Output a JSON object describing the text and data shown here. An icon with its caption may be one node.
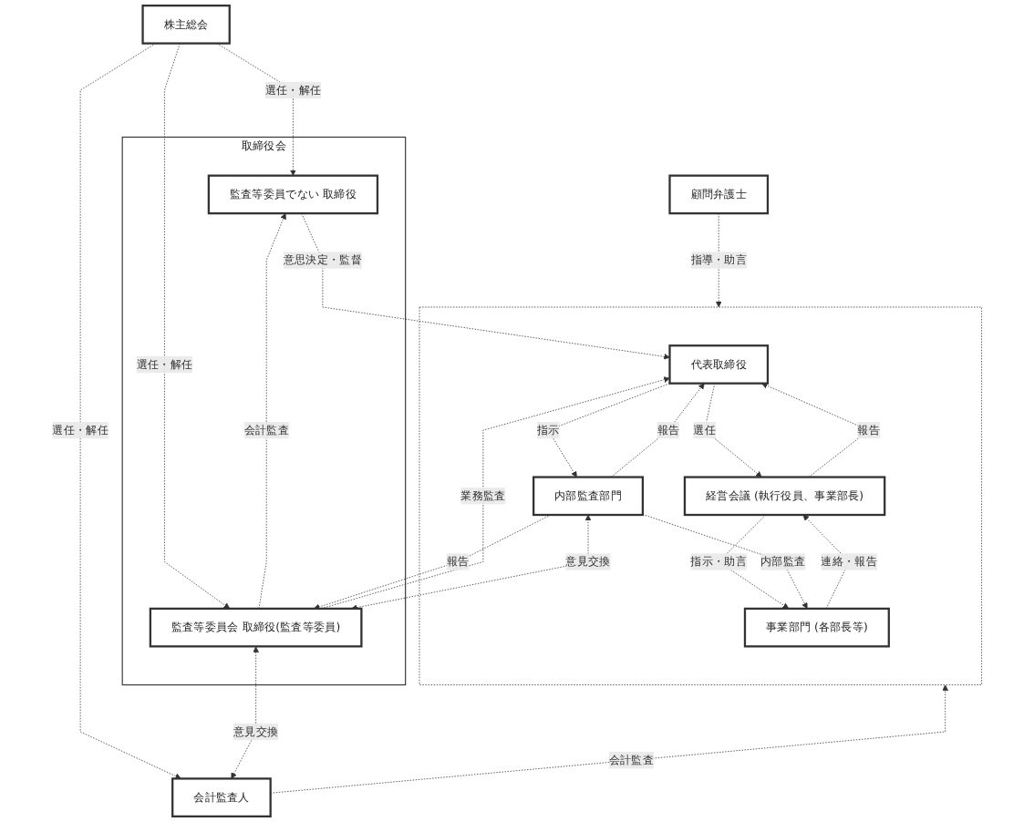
{
  "diagram": {
    "nodes": [
      {
        "text": [
          "株主総会"
        ]
      },
      {
        "text": [],
        "shape": "box"
      },
      {
        "text": [
          "取締役会"
        ]
      },
      {
        "text": [
          "監査等委員でない 取締役"
        ],
        "in": 2
      },
      {
        "text": [
          "監査等委員会 取締役(監査等委員)"
        ],
        "in": 2
      },
      {
        "text": [
          "代表取締役"
        ],
        "in": 1
      },
      {
        "text": [
          "会計監査人"
        ]
      },
      {
        "text": [
          "経営会議 (執行役員、事業部長)"
        ],
        "in": 1
      },
      {
        "text": [
          "内部監査部門"
        ],
        "in": 1
      },
      {
        "text": [
          "顧問弁護士"
        ]
      },
      {
        "text": [
          "事業部門 (各部長等)"
        ],
        "in": 1
      }
    ],
    "edges": [
      {
        "from": 0,
        "to": 3,
        "arrow": "to",
        "label": "選任・解任"
      },
      {
        "from": 0,
        "to": 4,
        "arrow": "to",
        "label": "選任・解任"
      },
      {
        "from": 0,
        "to": 6,
        "arrow": "to",
        "label": "選任・解任"
      },
      {
        "from": 4,
        "to": 3,
        "arrow": "to",
        "label": "会計監査"
      },
      {
        "from": 4,
        "to": 5,
        "arrow": "to",
        "label": "業務監査"
      },
      {
        "from": 3,
        "to": 5,
        "arrow": "to",
        "label": "意思決定・監督"
      },
      {
        "from": 4,
        "to": 6,
        "arrow": "both",
        "label": "意見交換"
      },
      {
        "from": 5,
        "to": 7,
        "arrow": "to",
        "label": "選任"
      },
      {
        "from": 7,
        "to": 5,
        "arrow": "to",
        "label": "報告"
      },
      {
        "from": 5,
        "to": 8,
        "arrow": "to",
        "label": "指示"
      },
      {
        "from": 8,
        "to": 5,
        "arrow": "to",
        "label": "報告"
      },
      {
        "from": 7,
        "to": 10,
        "arrow": "to",
        "label": "指示・助言"
      },
      {
        "from": 10,
        "to": 7,
        "arrow": "to",
        "label": "連絡・報告"
      },
      {
        "from": 8,
        "to": 10,
        "arrow": "to",
        "label": "内部監査"
      },
      {
        "from": 4,
        "to": 8,
        "arrow": "both",
        "label": "意見交換"
      },
      {
        "from": 8,
        "to": 4,
        "arrow": "to",
        "label": "報告"
      },
      {
        "from": 6,
        "to": 1,
        "arrow": "to",
        "label": "会計監査"
      },
      {
        "from": 9,
        "to": 1,
        "arrow": "to",
        "label": "指導・助言"
      }
    ]
  }
}
